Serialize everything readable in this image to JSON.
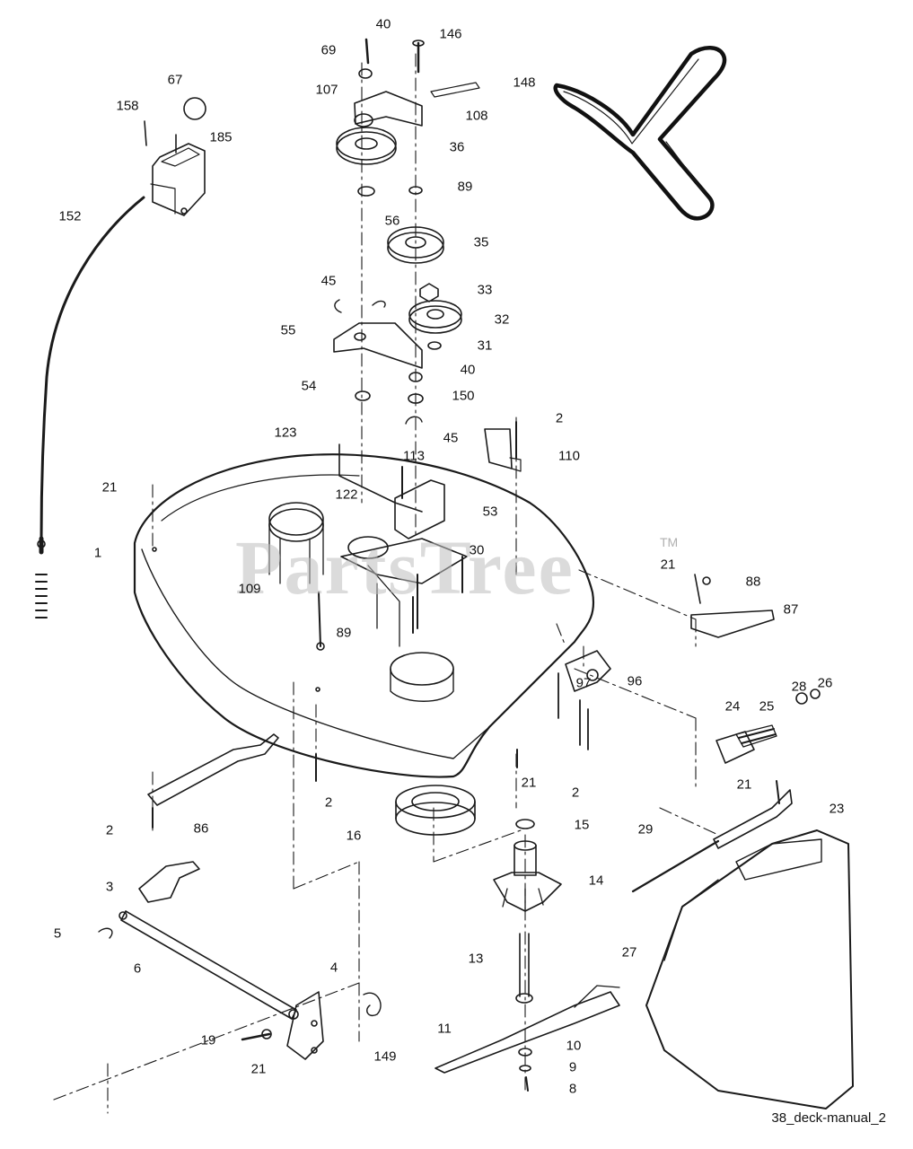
{
  "diagram": {
    "watermark": "PartsTree",
    "watermark_tm": "TM",
    "caption": "38_deck-manual_2",
    "callouts": [
      "40",
      "146",
      "69",
      "148",
      "107",
      "108",
      "36",
      "67",
      "158",
      "185",
      "89",
      "56",
      "152",
      "35",
      "33",
      "45",
      "32",
      "55",
      "31",
      "40",
      "54",
      "150",
      "45",
      "2",
      "123",
      "113",
      "110",
      "21",
      "122",
      "53",
      "30",
      "1",
      "21",
      "88",
      "87",
      "109",
      "89",
      "96",
      "97",
      "26",
      "28",
      "24",
      "25",
      "21",
      "23",
      "2",
      "86",
      "2",
      "21",
      "2",
      "16",
      "15",
      "29",
      "3",
      "14",
      "5",
      "6",
      "4",
      "13",
      "27",
      "19",
      "11",
      "149",
      "10",
      "21",
      "9",
      "8"
    ]
  }
}
